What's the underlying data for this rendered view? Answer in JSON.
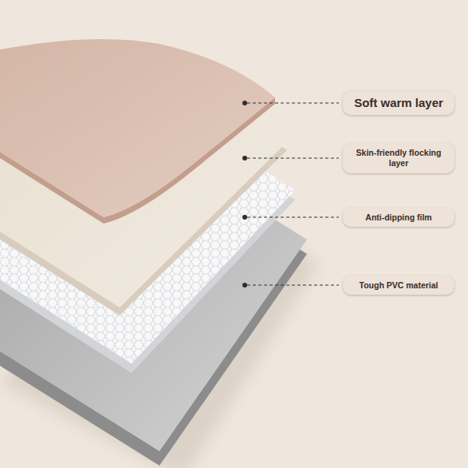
{
  "diagram": {
    "nodes": [
      {
        "text": [
          "Soft warm layer"
        ]
      },
      {
        "text": [
          "Skin-friendly flocking layer"
        ]
      },
      {
        "text": [
          "Anti-dipping film"
        ]
      },
      {
        "text": [
          "Tough PVC material"
        ]
      }
    ]
  }
}
